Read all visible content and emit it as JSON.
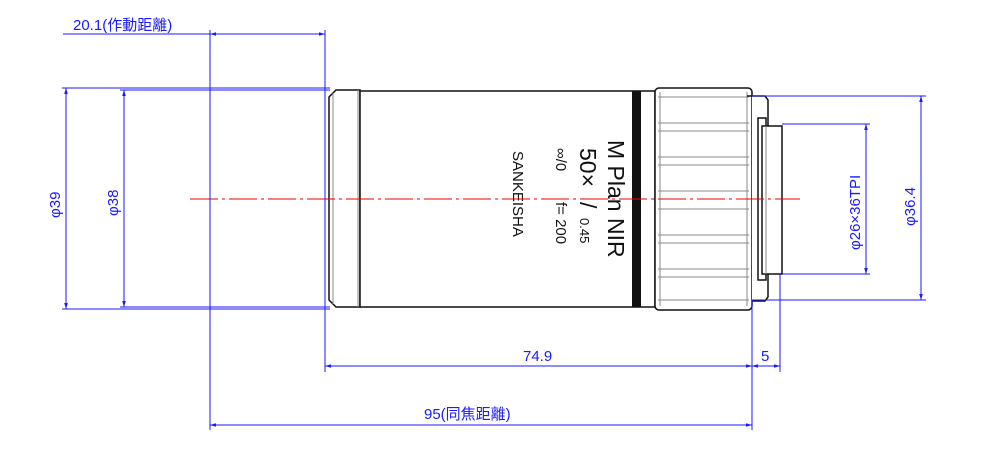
{
  "title": "M Plan NIR 50x objective lens dimensional drawing",
  "dimensions": {
    "working_distance": "20.1(作動距離)",
    "outer_diameter": "φ39",
    "body_diameter": "φ38",
    "thread": "φ26×36TPI",
    "ring_diameter": "φ36.4",
    "body_length": "74.9",
    "thread_length": "5",
    "parfocal": "95(同焦距離)"
  },
  "lens_markings": {
    "model": "M Plan NIR",
    "magnification": "50×",
    "slash": "/",
    "na": "0.45",
    "tube": "∞/0",
    "focal": "f= 200",
    "maker": "SANKEISHA"
  },
  "colors": {
    "dimension": "#1a1aff",
    "centerline": "#e00000",
    "outline": "#111111"
  }
}
